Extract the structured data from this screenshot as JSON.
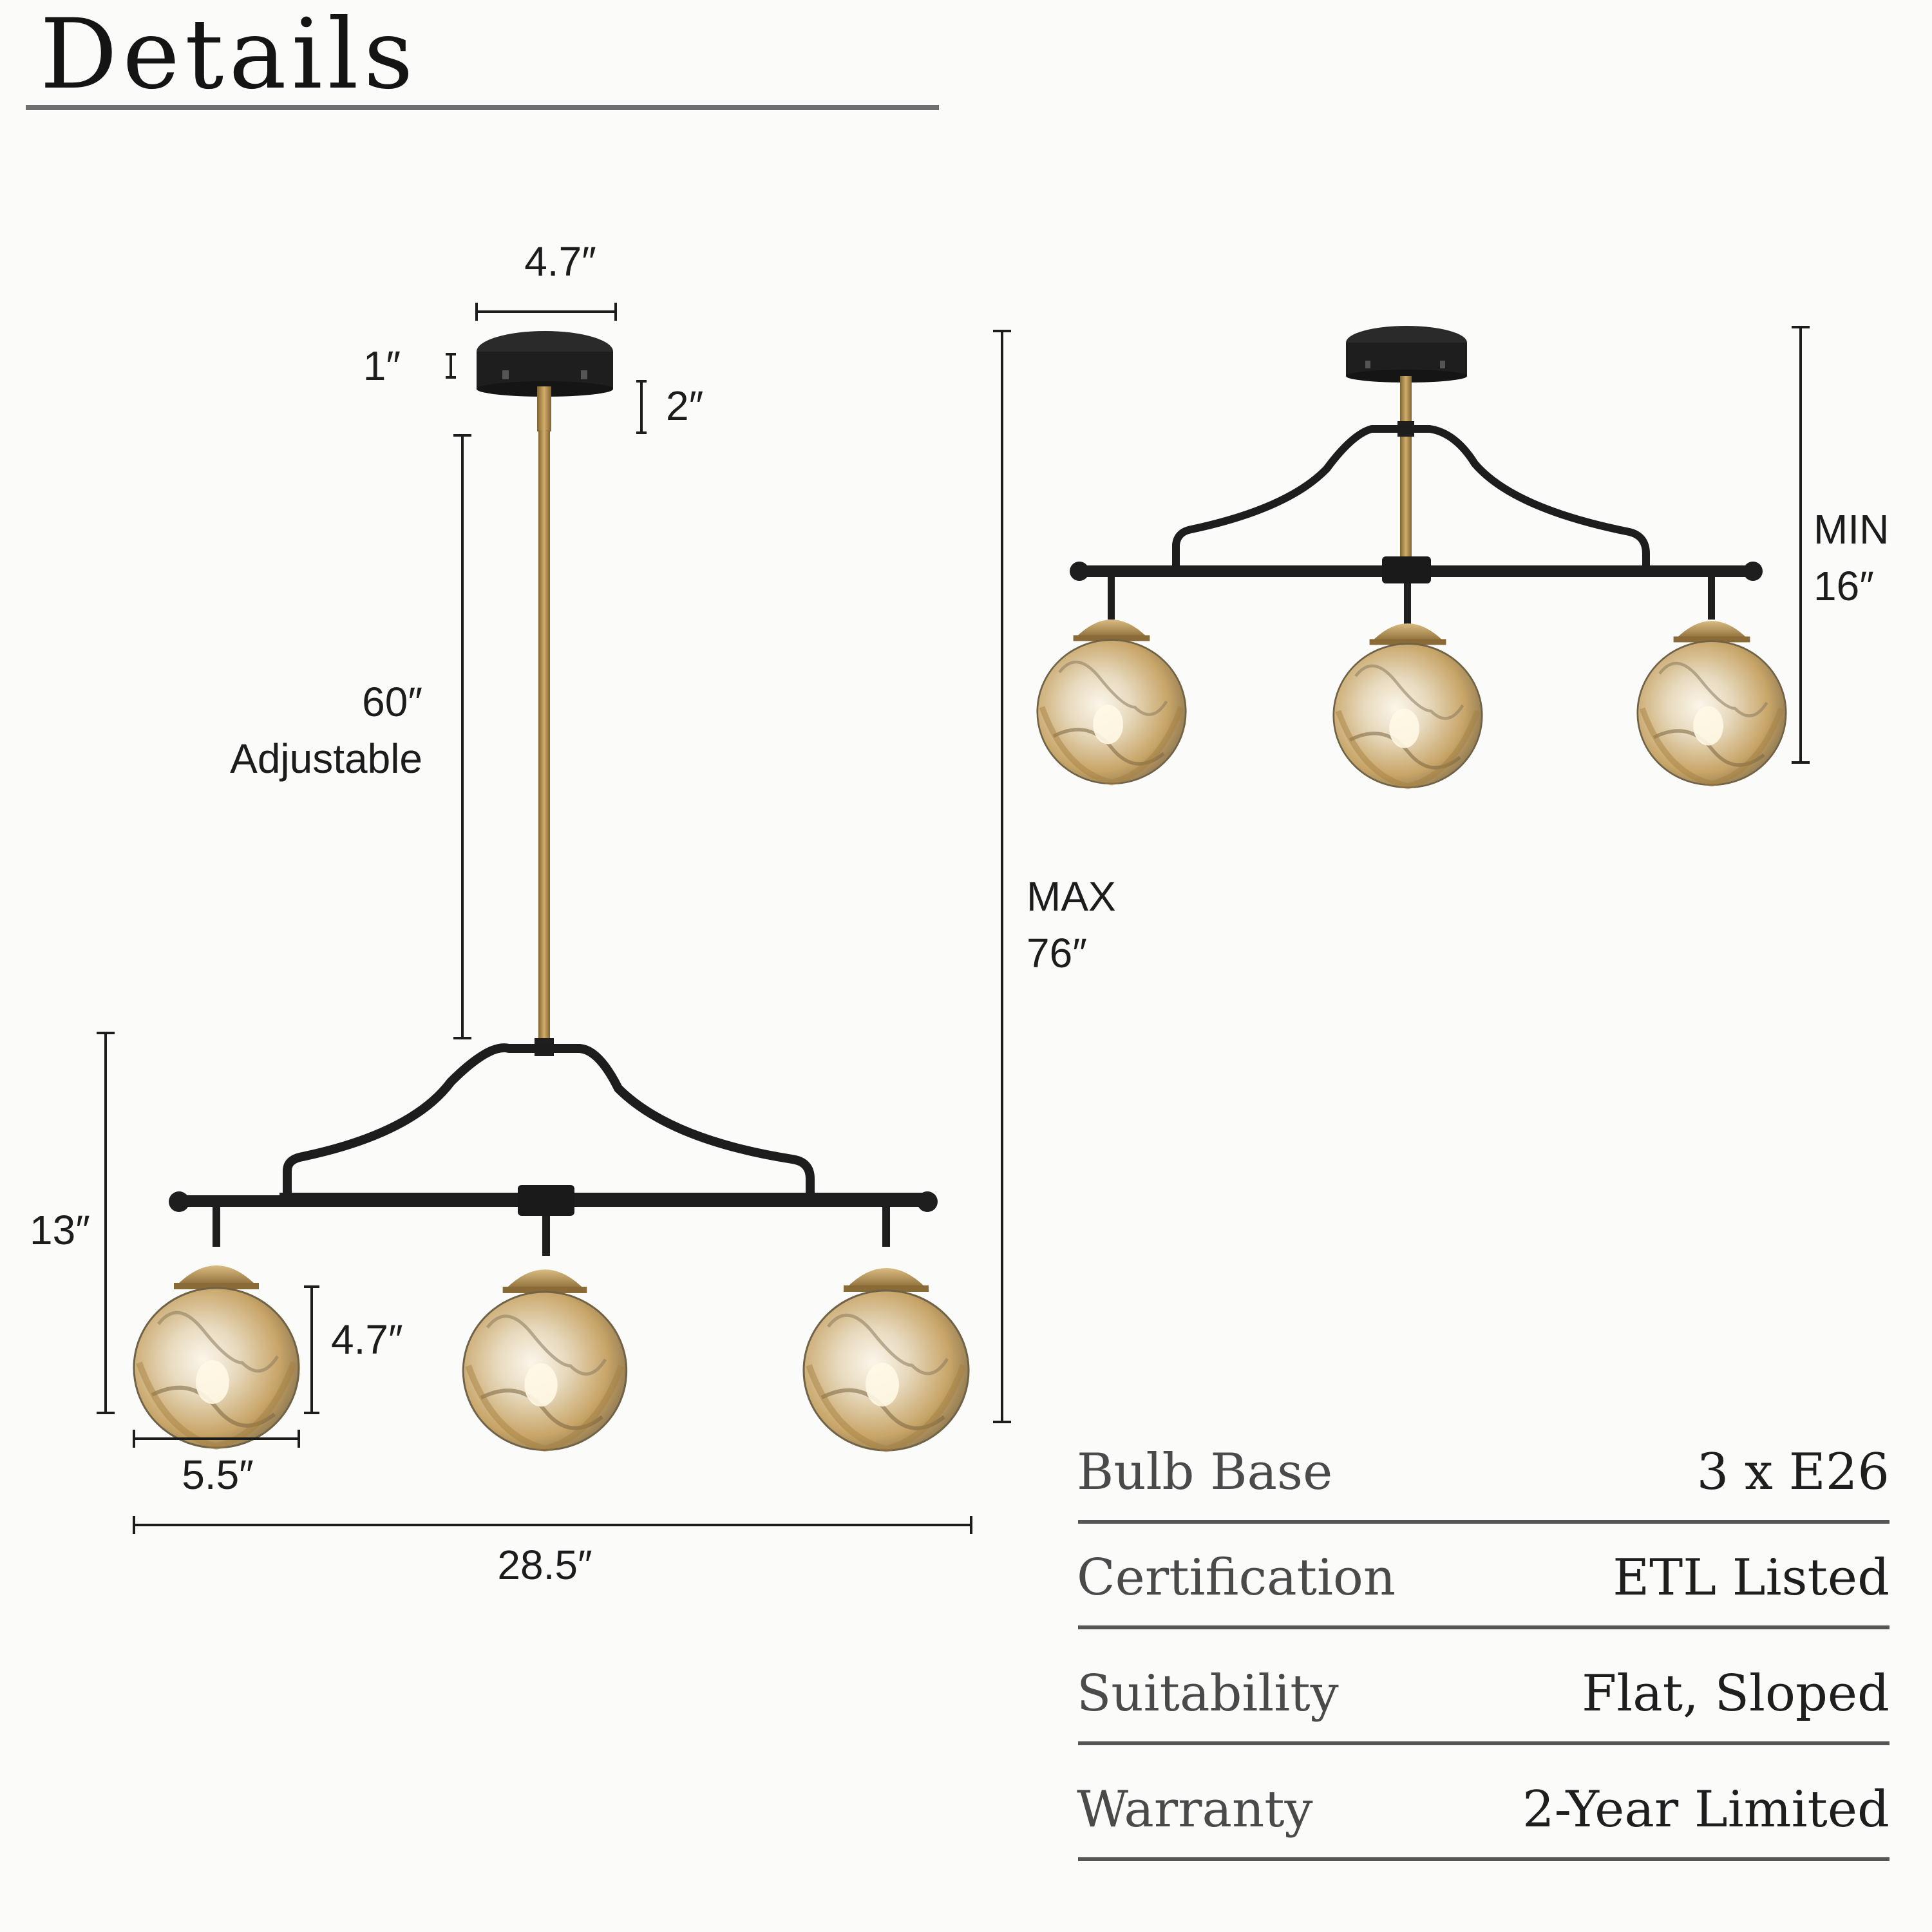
{
  "header": {
    "title": "Details"
  },
  "dimensions": {
    "canopy_width": "4.7″",
    "canopy_height": "1″",
    "canopy_depth": "2″",
    "rod_length": "60″",
    "rod_note": "Adjustable",
    "max_height_label": "MAX",
    "max_height": "76″",
    "min_height_label": "MIN",
    "min_height": "16″",
    "body_height": "13″",
    "shade_height": "4.7″",
    "shade_width": "5.5″",
    "overall_width": "28.5″"
  },
  "specs": [
    {
      "label": "Bulb Base",
      "value": "3 x E26"
    },
    {
      "label": "Certification",
      "value": "ETL Listed"
    },
    {
      "label": "Suitability",
      "value": "Flat, Sloped"
    },
    {
      "label": "Warranty",
      "value": "2-Year Limited"
    }
  ],
  "colors": {
    "metal_black": "#1f1f1f",
    "brass": "#b08a4e",
    "glass_light": "#efe6d6",
    "glass_amber": "#c9a66b"
  }
}
